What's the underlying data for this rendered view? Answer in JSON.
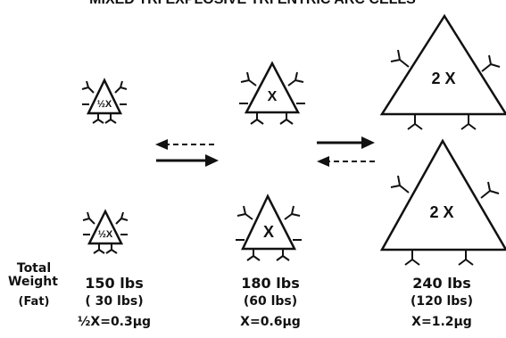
{
  "header_text": "MIXED TRI EXPLOSIVE TRI ENTRIC ARC CELLS",
  "cells": [
    {
      "label": "½X",
      "group": "small"
    },
    {
      "label": "½X",
      "group": "small"
    },
    {
      "label": "X",
      "group": "medium"
    },
    {
      "label": "X",
      "group": "medium"
    },
    {
      "label": "2 X",
      "group": "large"
    },
    {
      "label": "2 X",
      "group": "large"
    }
  ],
  "row_labels": {
    "total": "Total",
    "weight": "Weight",
    "fat": "(Fat)"
  },
  "columns": [
    {
      "weight": "150 lbs",
      "fat": "( 30 lbs)",
      "dose": "½X=0.3µg"
    },
    {
      "weight": "180 lbs",
      "fat": "(60 lbs)",
      "dose": "X=0.6µg"
    },
    {
      "weight": "240 lbs",
      "fat": "(120 lbs)",
      "dose": "X=1.2µg"
    }
  ],
  "colors": {
    "ink": "#111111",
    "background": "#ffffff"
  }
}
